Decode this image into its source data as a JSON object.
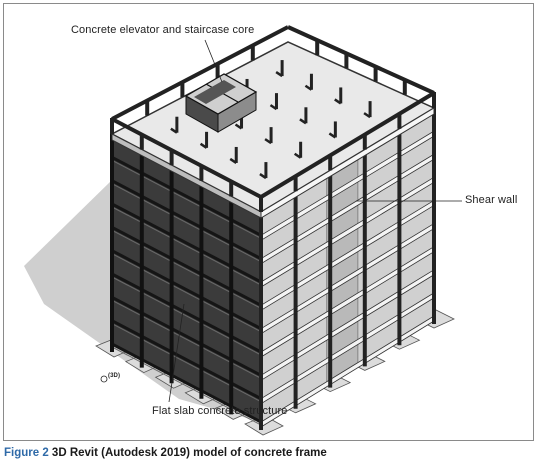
{
  "figure": {
    "callouts": {
      "core": "Concrete elevator and staircase core",
      "shear_wall": "Shear wall",
      "flat_slab": "Flat slab concrete structure"
    },
    "view_marker": "(3D)",
    "caption_label": "Figure 2",
    "caption_text": " 3D Revit (Autodesk 2019) model of concrete frame"
  },
  "colors": {
    "caption_accent": "#2f6aa8",
    "frame_dark": "#2b2b2b",
    "slab_light": "#e9e9e9",
    "shear_wall": "#b9b9b9",
    "shadow": "#cfcfcf"
  }
}
